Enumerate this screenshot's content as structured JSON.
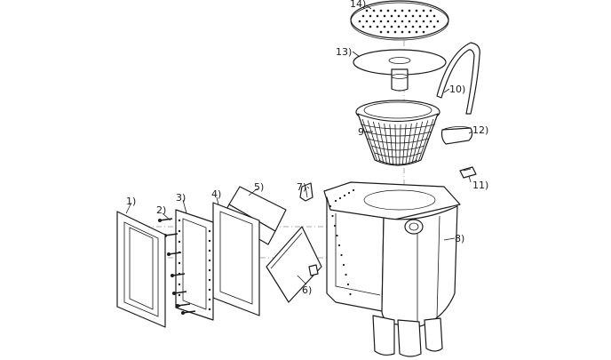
{
  "labels": {
    "p1": "1)",
    "p2": "2)",
    "p3": "3)",
    "p4": "4)",
    "p5": "5)",
    "p6": "6)",
    "p7": "7)",
    "p8": "8)",
    "p9": "9",
    "p10": "10)",
    "p11": "11)",
    "p12": "12)",
    "p13": "13)",
    "p14": "14)"
  }
}
